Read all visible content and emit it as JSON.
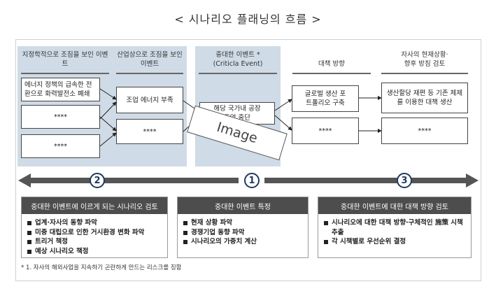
{
  "title": "< 시나리오 플래닝의 흐름 >",
  "columns": {
    "col1_header": "지정학적으로 조짐을 보인 이벤트",
    "col2_header": "산업상으로 조짐을 보인 이벤트",
    "col3_header_line1": "중대한 이벤트 *",
    "col3_header_line2": "(Criticla Event)",
    "col4_header": "대책 방향",
    "col5_header_line1": "자사의 현재상황·",
    "col5_header_line2": "향후 방침 검토"
  },
  "boxes": {
    "col1_box1": "에너지 정책의 급속한 전환으로 화력발전소 폐쇄",
    "col1_box2": "****",
    "col1_box3": "****",
    "col2_box1": "조업 에너지 부족",
    "col2_box2": "****",
    "col3_box1": "해당 국가내 공장 조업 중단",
    "col3_stamp": "Image",
    "col4_box1": "글로벌 생산 포트폴리오 구축",
    "col4_box2": "****",
    "col5_box1": "생산할당 재편 등 기존 체제를 이용한 대책 생산",
    "col5_box2": "****"
  },
  "steps": {
    "left": "2",
    "center": "1",
    "right": "3"
  },
  "panels": {
    "left": {
      "title": "중대한 이벤트에 이르게 되는 시나리오 검토",
      "items": [
        "업계·자사의 동향 파악",
        "미중 대립으로 인한 거시환경 변화 파악",
        "트리거 책정",
        "예상 시나리오 책정"
      ]
    },
    "center": {
      "title": "중대한 이벤트 특정",
      "items": [
        "현재 상황 파악",
        "경쟁기업 동향 파악",
        "시나리오의 가중치 계산"
      ]
    },
    "right": {
      "title": "중대한 이벤트에 대한 대책 방향 검토",
      "items": [
        "시나리오에 대한 대책 방향·구체적인 施策 시책 추출",
        "각 시책별로 우선순위 결정"
      ]
    }
  },
  "footnote": "* 1. 자사의 해외사업을 지속하기 곤란하게 만드는 리스크를 징함",
  "colors": {
    "shade": "#cfdbe6",
    "arrow": "#555555",
    "circle_border": "#1f3a5f",
    "panel_header": "#4d4d4d"
  }
}
